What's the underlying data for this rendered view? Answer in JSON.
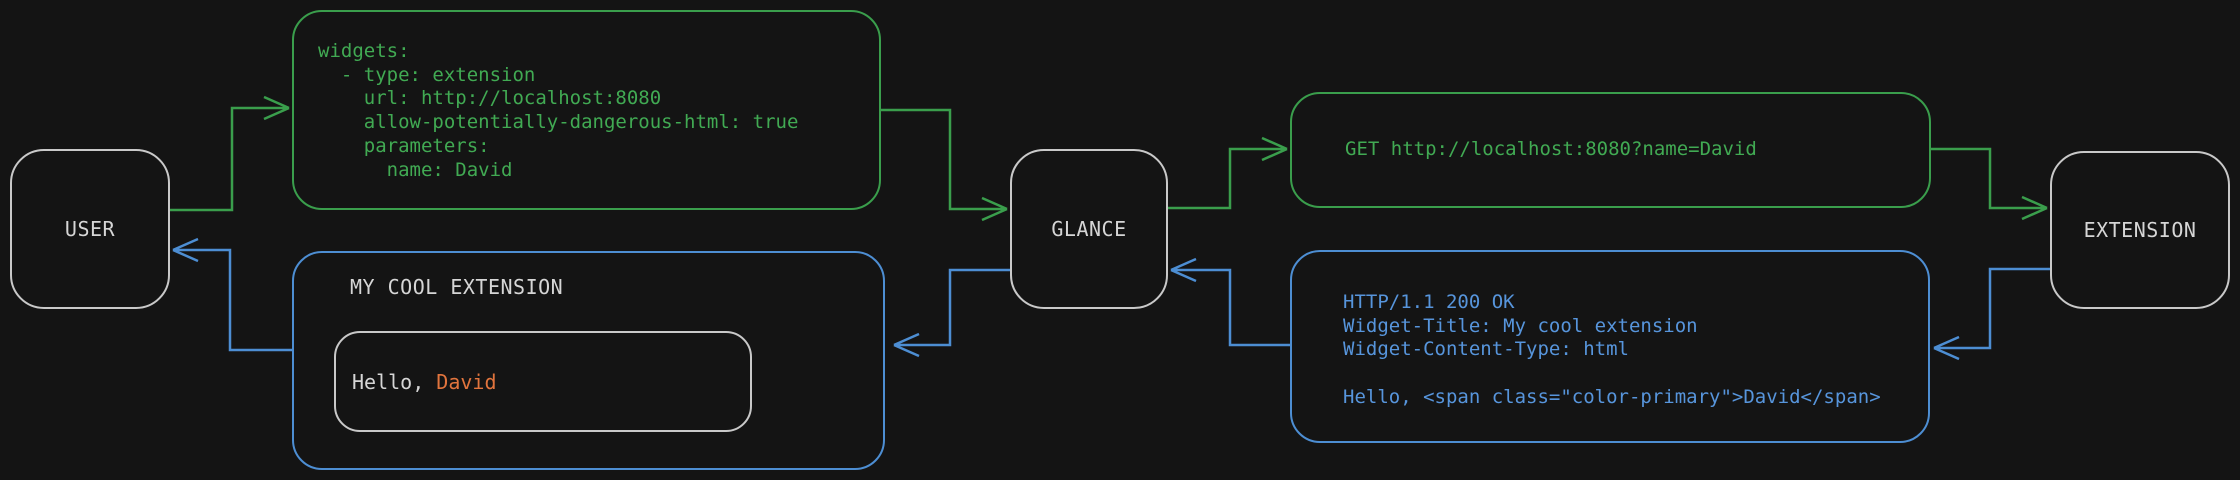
{
  "nodes": {
    "user": {
      "label": "USER"
    },
    "glance": {
      "label": "GLANCE"
    },
    "extension": {
      "label": "EXTENSION"
    }
  },
  "config_box": {
    "yaml": "widgets:\n  - type: extension\n    url: http://localhost:8080\n    allow-potentially-dangerous-html: true\n    parameters:\n      name: David"
  },
  "request_box": {
    "text": "GET http://localhost:8080?name=David"
  },
  "response_box": {
    "text": "HTTP/1.1 200 OK\nWidget-Title: My cool extension\nWidget-Content-Type: html\n\nHello, <span class=\"color-primary\">David</span>"
  },
  "widget_preview": {
    "title": "MY COOL EXTENSION",
    "greeting_prefix": "Hello, ",
    "greeting_name": "David"
  },
  "colors": {
    "background": "#141414",
    "green": "#3a9e4c",
    "green_text": "#41aa53",
    "blue": "#4d8ed3",
    "blue_text": "#5795dc",
    "orange": "#e1743d",
    "node_border": "#c9c9c9",
    "text_light": "#d6d6d6"
  }
}
